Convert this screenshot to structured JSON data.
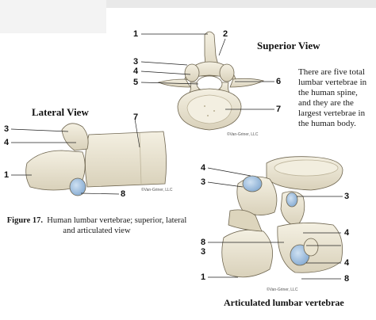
{
  "titles": {
    "superior": "Superior View",
    "lateral": "Lateral View",
    "articulated": "Articulated lumbar vertebrae"
  },
  "note": "There are five total lumbar vertebrae in the human spine, and they are the largest vertebrae in the human body.",
  "credit": "©Van-Griner, LLC",
  "caption": {
    "label": "Figure 17.",
    "text": "Human lumbar vertebrae; superior, lateral and articulated view"
  },
  "labels": {
    "superior": [
      "1",
      "2",
      "3",
      "4",
      "5",
      "6",
      "7"
    ],
    "lateral": [
      "3",
      "4",
      "1",
      "7",
      "8"
    ],
    "articulated": [
      "4",
      "3",
      "3",
      "8",
      "3",
      "4",
      "4",
      "1",
      "8"
    ]
  },
  "colors": {
    "bone": "#ece7d6",
    "bone_shade": "#c9c1a8",
    "facet": "#8fb3d6",
    "leader": "#222222"
  }
}
